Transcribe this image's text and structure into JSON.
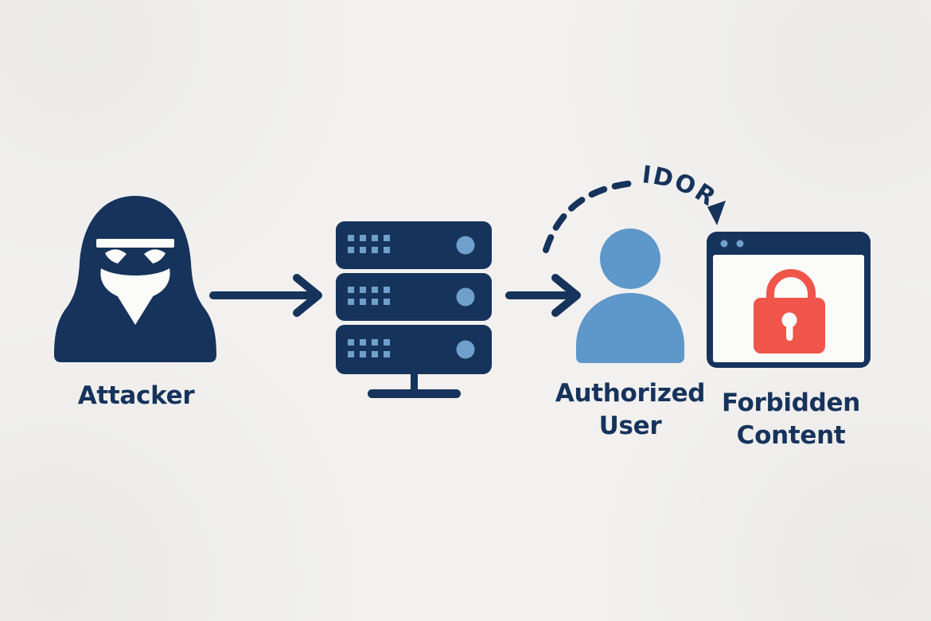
{
  "title": "IDOR attack flow diagram",
  "colors": {
    "background": "#F2F1EF",
    "navy": "#16335C",
    "user_blue": "#5E97C9",
    "accent_blue": "#6FA0CB",
    "lock_red": "#EF5548",
    "white": "#FBFBFA"
  },
  "nodes": {
    "attacker": {
      "label": "Attacker",
      "icon": "masked-attacker-icon"
    },
    "server": {
      "icon": "server-stack-icon",
      "units": 3
    },
    "authorized_user": {
      "label": "Authorized User",
      "icon": "person-icon"
    },
    "forbidden_content": {
      "label": "Forbidden Content",
      "icon": "locked-browser-window-icon",
      "lock_icon": "padlock-icon"
    }
  },
  "flow": {
    "idor_label": "IDOR",
    "arrow1": "attacker-to-server",
    "arrow2": "server-to-authorized-user",
    "dashed_arc": "authorized-user-to-forbidden-content"
  }
}
